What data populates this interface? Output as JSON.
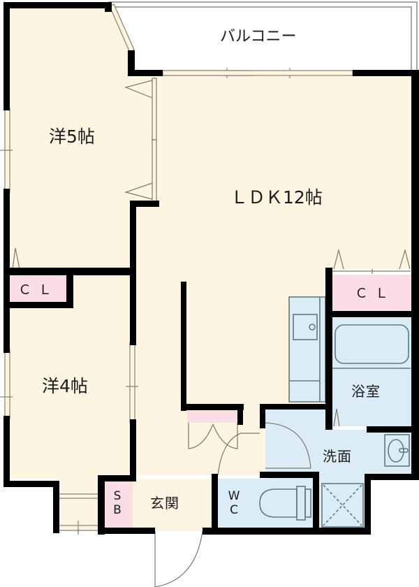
{
  "plan": {
    "colors": {
      "wall": "#000000",
      "floor": "#fdf4e1",
      "wet_area": "#dcecf6",
      "storage": "#fbdde6",
      "outdoor": "#ffffff",
      "fixture_line": "#5e7a80",
      "window_line": "#8a8270"
    },
    "rooms": {
      "balcony": "バルコニー",
      "western_5": "洋5帖",
      "ldk": "ＬＤＫ12帖",
      "western_4": "洋4帖",
      "closet_left": "ＣＬ",
      "closet_right": "ＣＬ",
      "bath": "浴室",
      "washroom": "洗面",
      "toilet_line1": "W",
      "toilet_line2": "C",
      "shoebox_line1": "S",
      "shoebox_line2": "B",
      "entrance": "玄関"
    }
  }
}
